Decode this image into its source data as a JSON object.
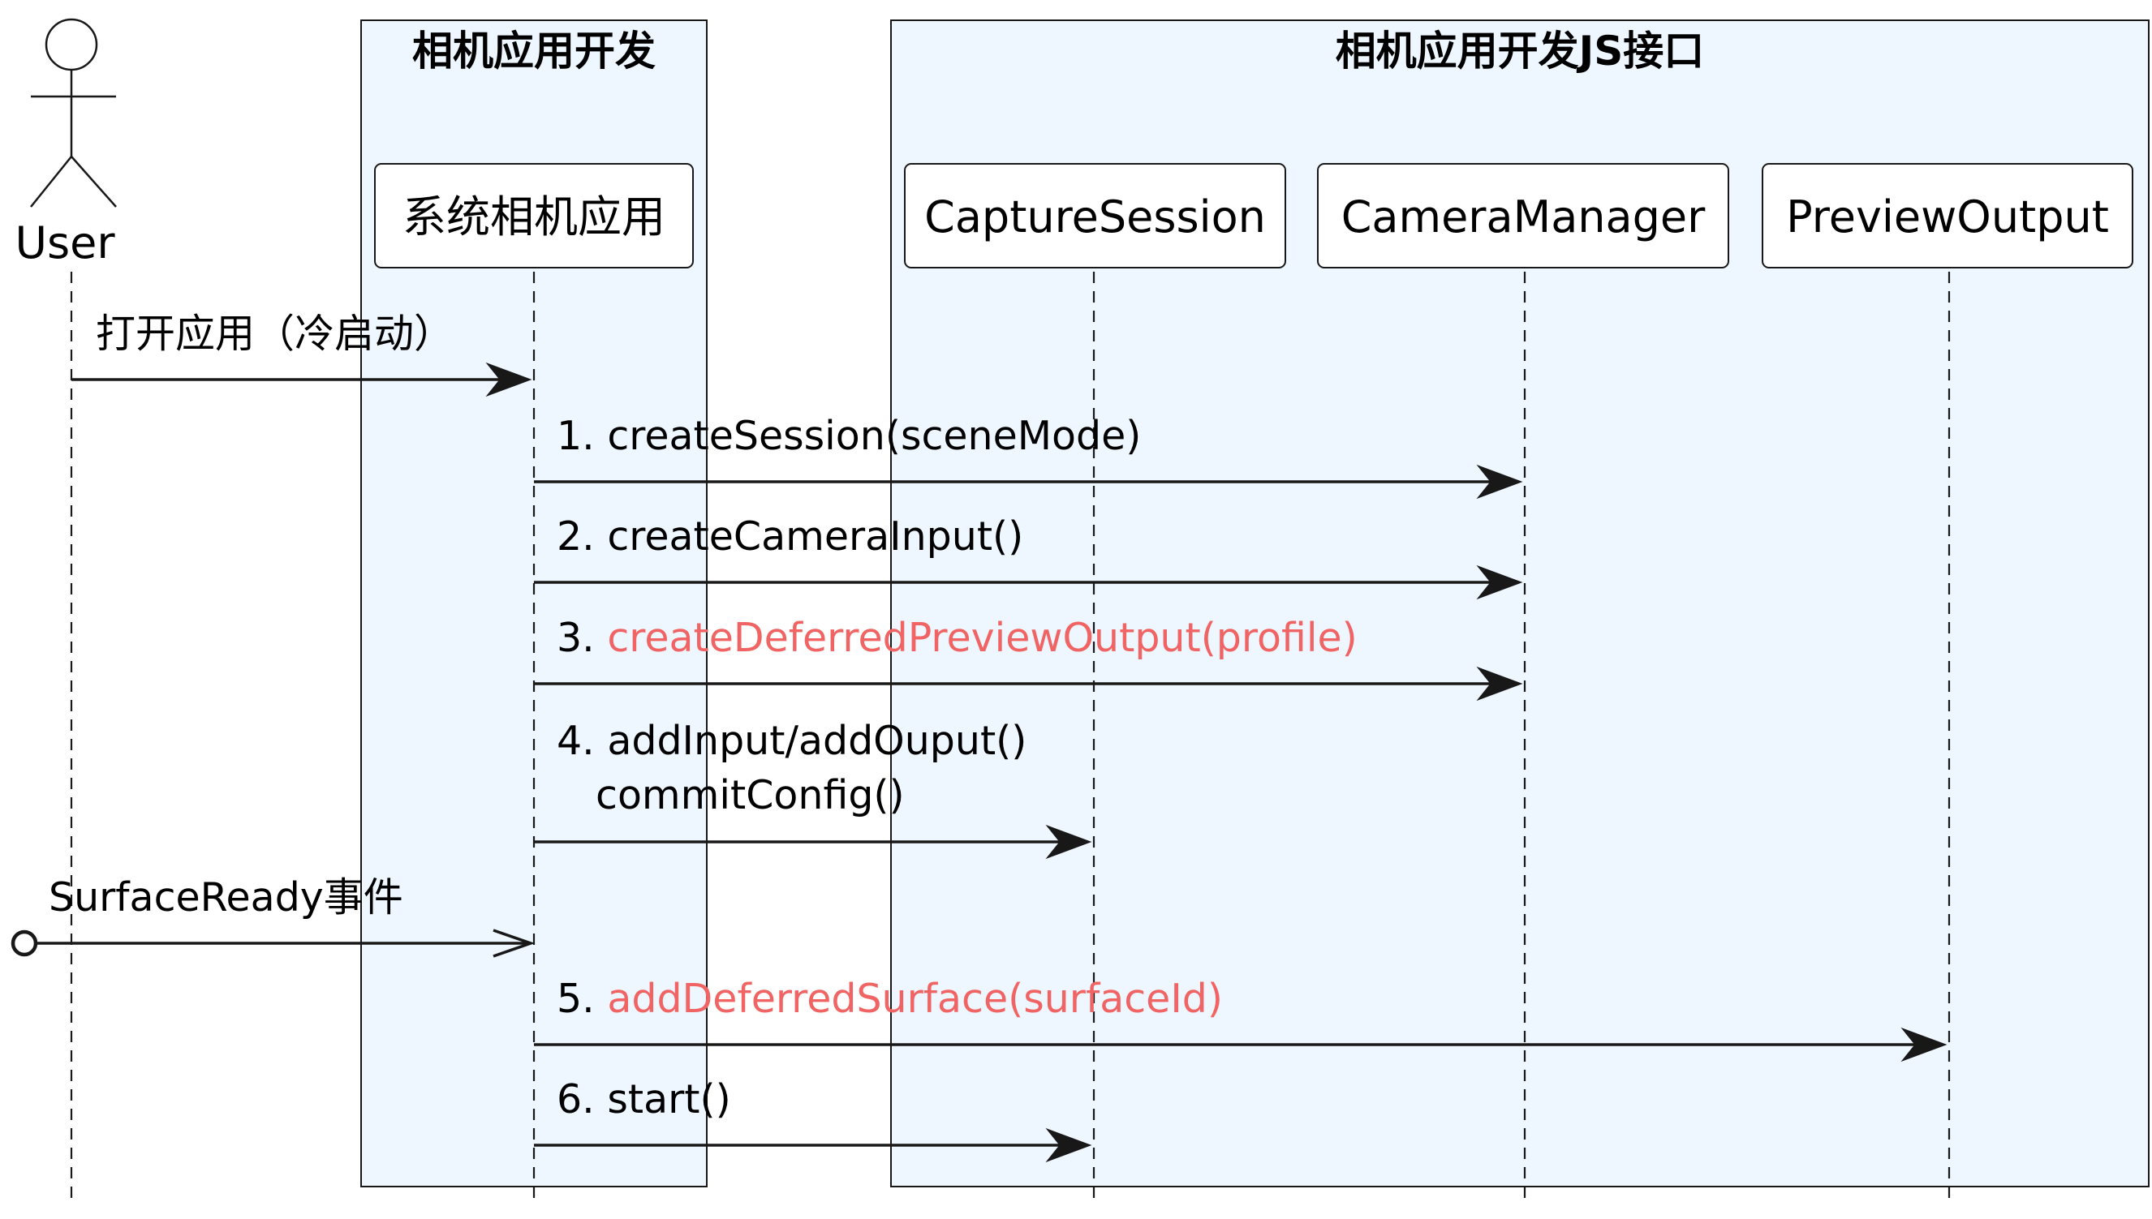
{
  "diagram": {
    "boxes": [
      {
        "id": "box-app",
        "title": "相机应用开发"
      },
      {
        "id": "box-js",
        "title": "相机应用开发JS接口"
      }
    ],
    "actor": {
      "label": "User"
    },
    "participants": [
      {
        "id": "app",
        "label": "系统相机应用"
      },
      {
        "id": "capture",
        "label": "CaptureSession"
      },
      {
        "id": "camera",
        "label": "CameraManager"
      },
      {
        "id": "preview",
        "label": "PreviewOutput"
      }
    ],
    "messages": [
      {
        "from": "user",
        "to": "app",
        "num": "",
        "text": "打开应用（冷启动）",
        "highlight": false,
        "style": "solid"
      },
      {
        "from": "app",
        "to": "camera",
        "num": "1. ",
        "text": "createSession(sceneMode)",
        "highlight": false,
        "style": "solid"
      },
      {
        "from": "app",
        "to": "camera",
        "num": "2. ",
        "text": "createCameraInput()",
        "highlight": false,
        "style": "solid"
      },
      {
        "from": "app",
        "to": "camera",
        "num": "3. ",
        "text": "createDeferredPreviewOutput(profile)",
        "highlight": true,
        "style": "solid"
      },
      {
        "from": "app",
        "to": "capture",
        "num": "4. ",
        "text": "addInput/addOuput()",
        "text2": "commitConfig()",
        "highlight": false,
        "style": "solid"
      },
      {
        "from": "found",
        "to": "app",
        "num": "",
        "text": "SurfaceReady事件",
        "highlight": false,
        "style": "open"
      },
      {
        "from": "app",
        "to": "preview",
        "num": "5. ",
        "text": "addDeferredSurface(surfaceId)",
        "highlight": true,
        "style": "solid"
      },
      {
        "from": "app",
        "to": "capture",
        "num": "6. ",
        "text": "start()",
        "highlight": false,
        "style": "solid"
      }
    ],
    "colors": {
      "box_fill": "#EEF6FF",
      "line": "#181818",
      "highlight_text": "#F06464"
    }
  }
}
